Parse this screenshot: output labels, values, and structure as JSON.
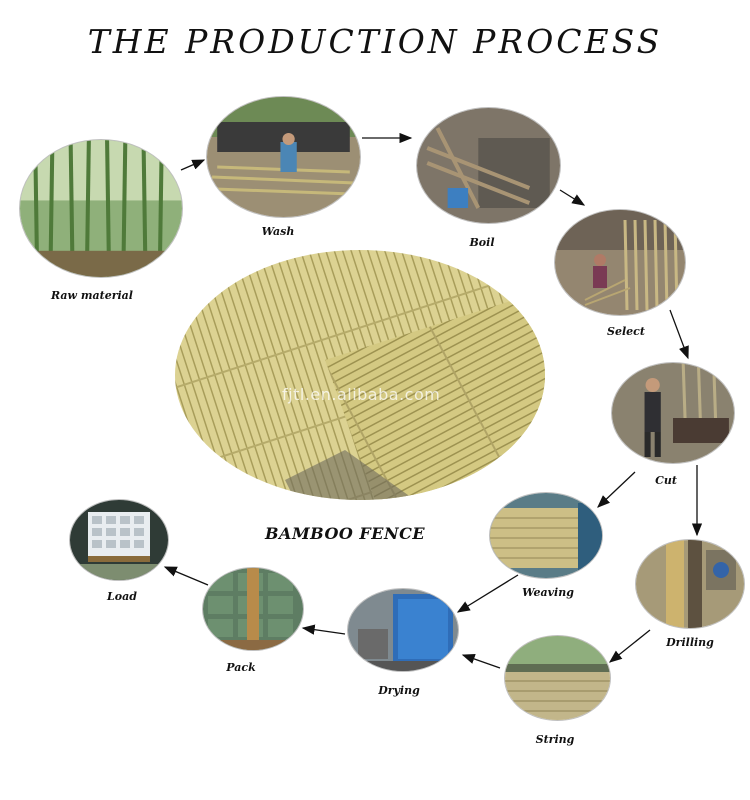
{
  "title": "THE PRODUCTION PROCESS",
  "center": {
    "label": "BAMBOO FENCE",
    "watermark": "fjtl.en.alibaba.com"
  },
  "steps": [
    {
      "id": "raw-material",
      "label": "Raw material"
    },
    {
      "id": "wash",
      "label": "Wash"
    },
    {
      "id": "boil",
      "label": "Boil"
    },
    {
      "id": "select",
      "label": "Select"
    },
    {
      "id": "cut",
      "label": "Cut"
    },
    {
      "id": "drilling",
      "label": "Drilling"
    },
    {
      "id": "string",
      "label": "String"
    },
    {
      "id": "drying",
      "label": "Drying"
    },
    {
      "id": "pack",
      "label": "Pack"
    },
    {
      "id": "load",
      "label": "Load"
    },
    {
      "id": "weaving",
      "label": "Weaving"
    }
  ],
  "colors": {
    "arrow": "#111111",
    "bamboo": "#d9cf8f",
    "bamboo_dark": "#a89d5a"
  }
}
